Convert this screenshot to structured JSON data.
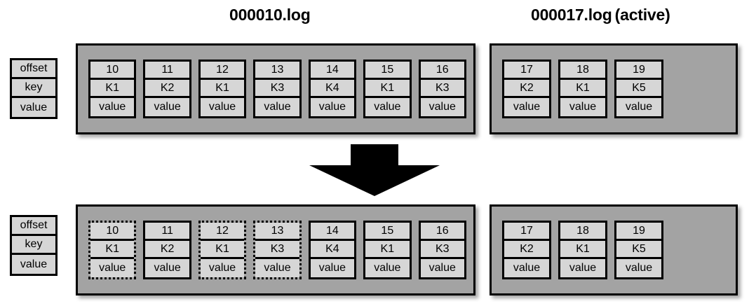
{
  "diagram": {
    "title_left": "000010.log",
    "title_right_name": "000017.log",
    "title_right_suffix": "(active)",
    "row_labels": [
      "offset",
      "key",
      "value"
    ],
    "value_text": "value",
    "colors": {
      "panel_fill": "#a3a3a3",
      "cell_fill": "#d6d6d6",
      "border": "#000000",
      "background": "#ffffff",
      "arrow": "#000000"
    },
    "before": {
      "segment_log": {
        "records": [
          {
            "offset": "10",
            "key": "K1",
            "value": "value",
            "compacted": false
          },
          {
            "offset": "11",
            "key": "K2",
            "value": "value",
            "compacted": false
          },
          {
            "offset": "12",
            "key": "K1",
            "value": "value",
            "compacted": false
          },
          {
            "offset": "13",
            "key": "K3",
            "value": "value",
            "compacted": false
          },
          {
            "offset": "14",
            "key": "K4",
            "value": "value",
            "compacted": false
          },
          {
            "offset": "15",
            "key": "K1",
            "value": "value",
            "compacted": false
          },
          {
            "offset": "16",
            "key": "K3",
            "value": "value",
            "compacted": false
          }
        ]
      },
      "active_log": {
        "records": [
          {
            "offset": "17",
            "key": "K2",
            "value": "value",
            "compacted": false
          },
          {
            "offset": "18",
            "key": "K1",
            "value": "value",
            "compacted": false
          },
          {
            "offset": "19",
            "key": "K5",
            "value": "value",
            "compacted": false
          }
        ]
      }
    },
    "after": {
      "segment_log": {
        "records": [
          {
            "offset": "10",
            "key": "K1",
            "value": "value",
            "compacted": true
          },
          {
            "offset": "11",
            "key": "K2",
            "value": "value",
            "compacted": false
          },
          {
            "offset": "12",
            "key": "K1",
            "value": "value",
            "compacted": true
          },
          {
            "offset": "13",
            "key": "K3",
            "value": "value",
            "compacted": true
          },
          {
            "offset": "14",
            "key": "K4",
            "value": "value",
            "compacted": false
          },
          {
            "offset": "15",
            "key": "K1",
            "value": "value",
            "compacted": false
          },
          {
            "offset": "16",
            "key": "K3",
            "value": "value",
            "compacted": false
          }
        ]
      },
      "active_log": {
        "records": [
          {
            "offset": "17",
            "key": "K2",
            "value": "value",
            "compacted": false
          },
          {
            "offset": "18",
            "key": "K1",
            "value": "value",
            "compacted": false
          },
          {
            "offset": "19",
            "key": "K5",
            "value": "value",
            "compacted": false
          }
        ]
      }
    },
    "arrow": {
      "direction": "down"
    }
  }
}
